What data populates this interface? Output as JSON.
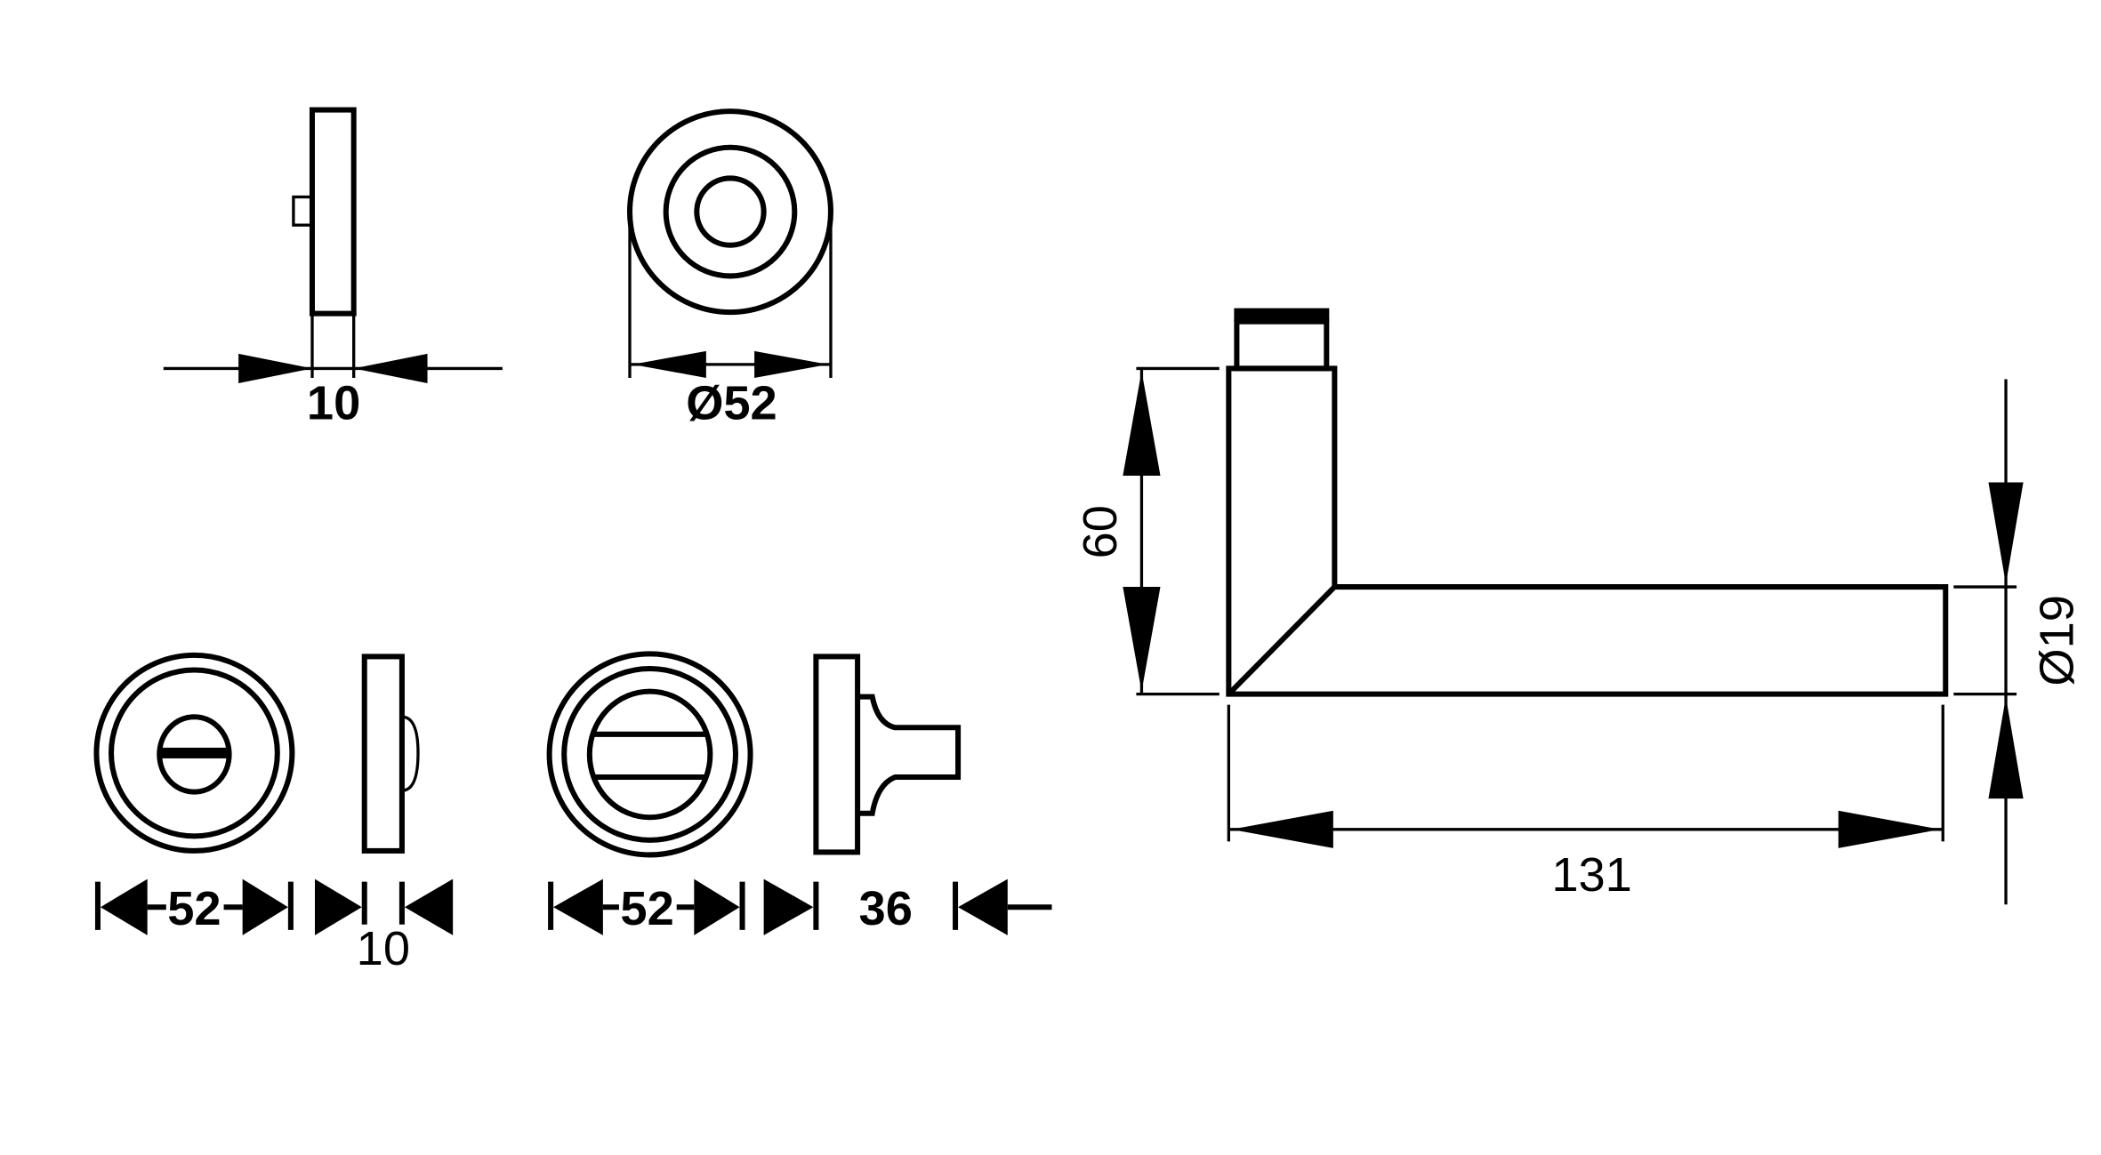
{
  "drawing": {
    "rose_side_thickness": "10",
    "rose_diameter": "Ø52",
    "wc_rose_diameter_left": "52",
    "wc_rose_thickness": "10",
    "wc_rose_diameter_right": "52",
    "wc_knob_projection": "36",
    "lever_height": "60",
    "lever_length": "131",
    "lever_diameter": "Ø19"
  },
  "colors": {
    "line": "#000000",
    "background": "#ffffff"
  }
}
